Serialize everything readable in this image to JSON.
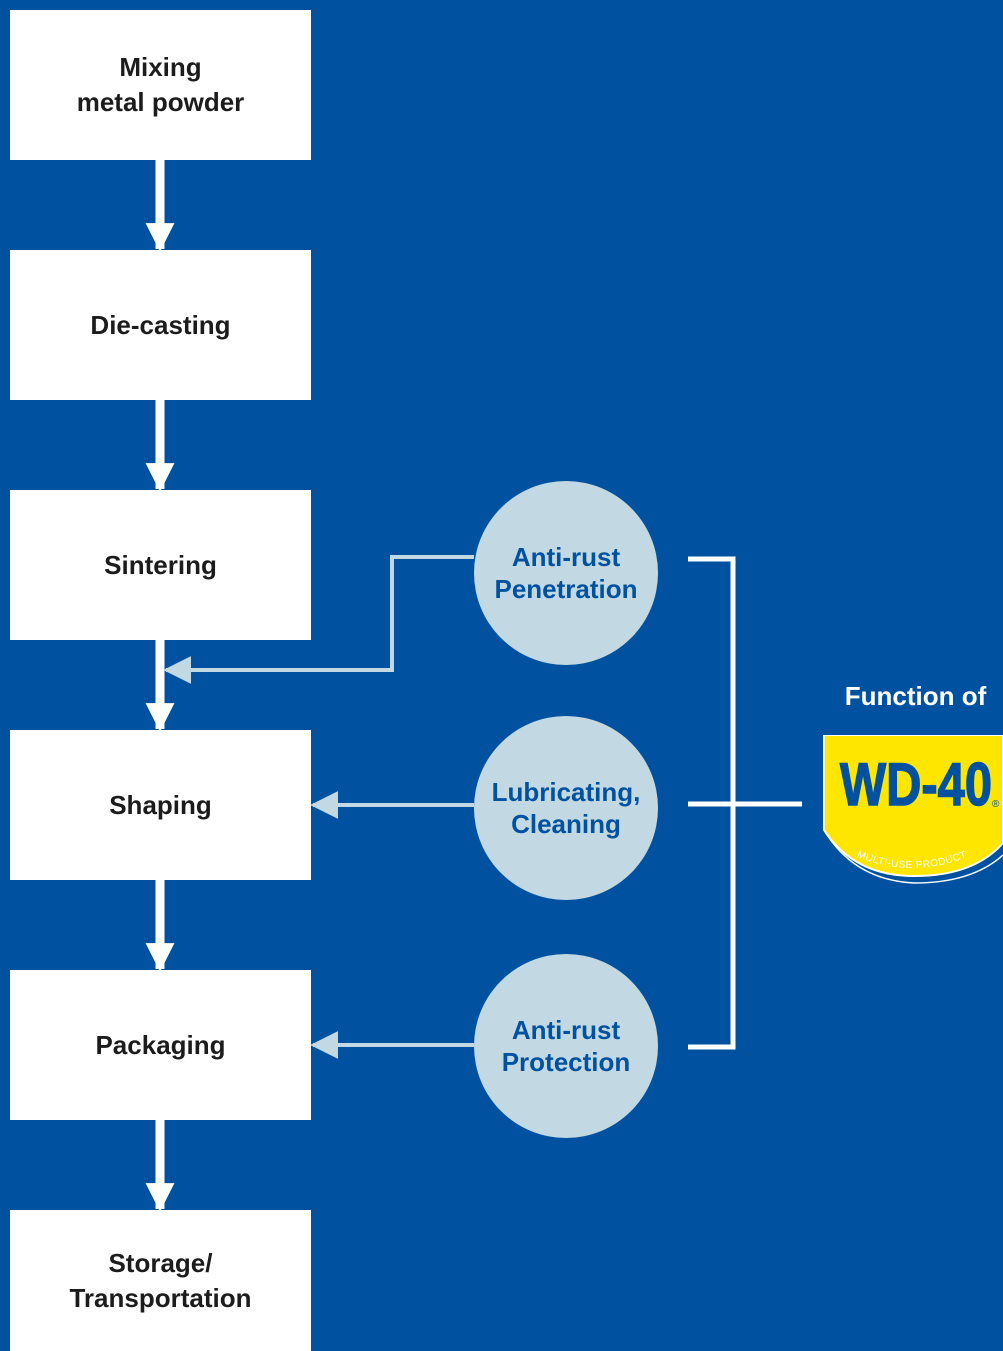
{
  "process_steps": [
    {
      "label": "Mixing\nmetal powder"
    },
    {
      "label": "Die-casting"
    },
    {
      "label": "Sintering"
    },
    {
      "label": "Shaping"
    },
    {
      "label": "Packaging"
    },
    {
      "label": "Storage/\nTransportation"
    }
  ],
  "functions": [
    {
      "label": "Anti-rust\nPenetration"
    },
    {
      "label": "Lubricating,\nCleaning"
    },
    {
      "label": "Anti-rust\nProtection"
    }
  ],
  "brand_panel": {
    "heading": "Function of",
    "logo_text": "WD-40",
    "logo_registered": "®",
    "logo_tagline": "MULTI-USE PRODUCT"
  },
  "colors": {
    "background": "#0052a0",
    "step_box": "#ffffff",
    "step_text": "#1c1c1c",
    "circle_fill": "#c2d9e3",
    "connector": "#c2d9e3",
    "logo_yellow": "#ffe600",
    "logo_blue": "#0052a0"
  }
}
